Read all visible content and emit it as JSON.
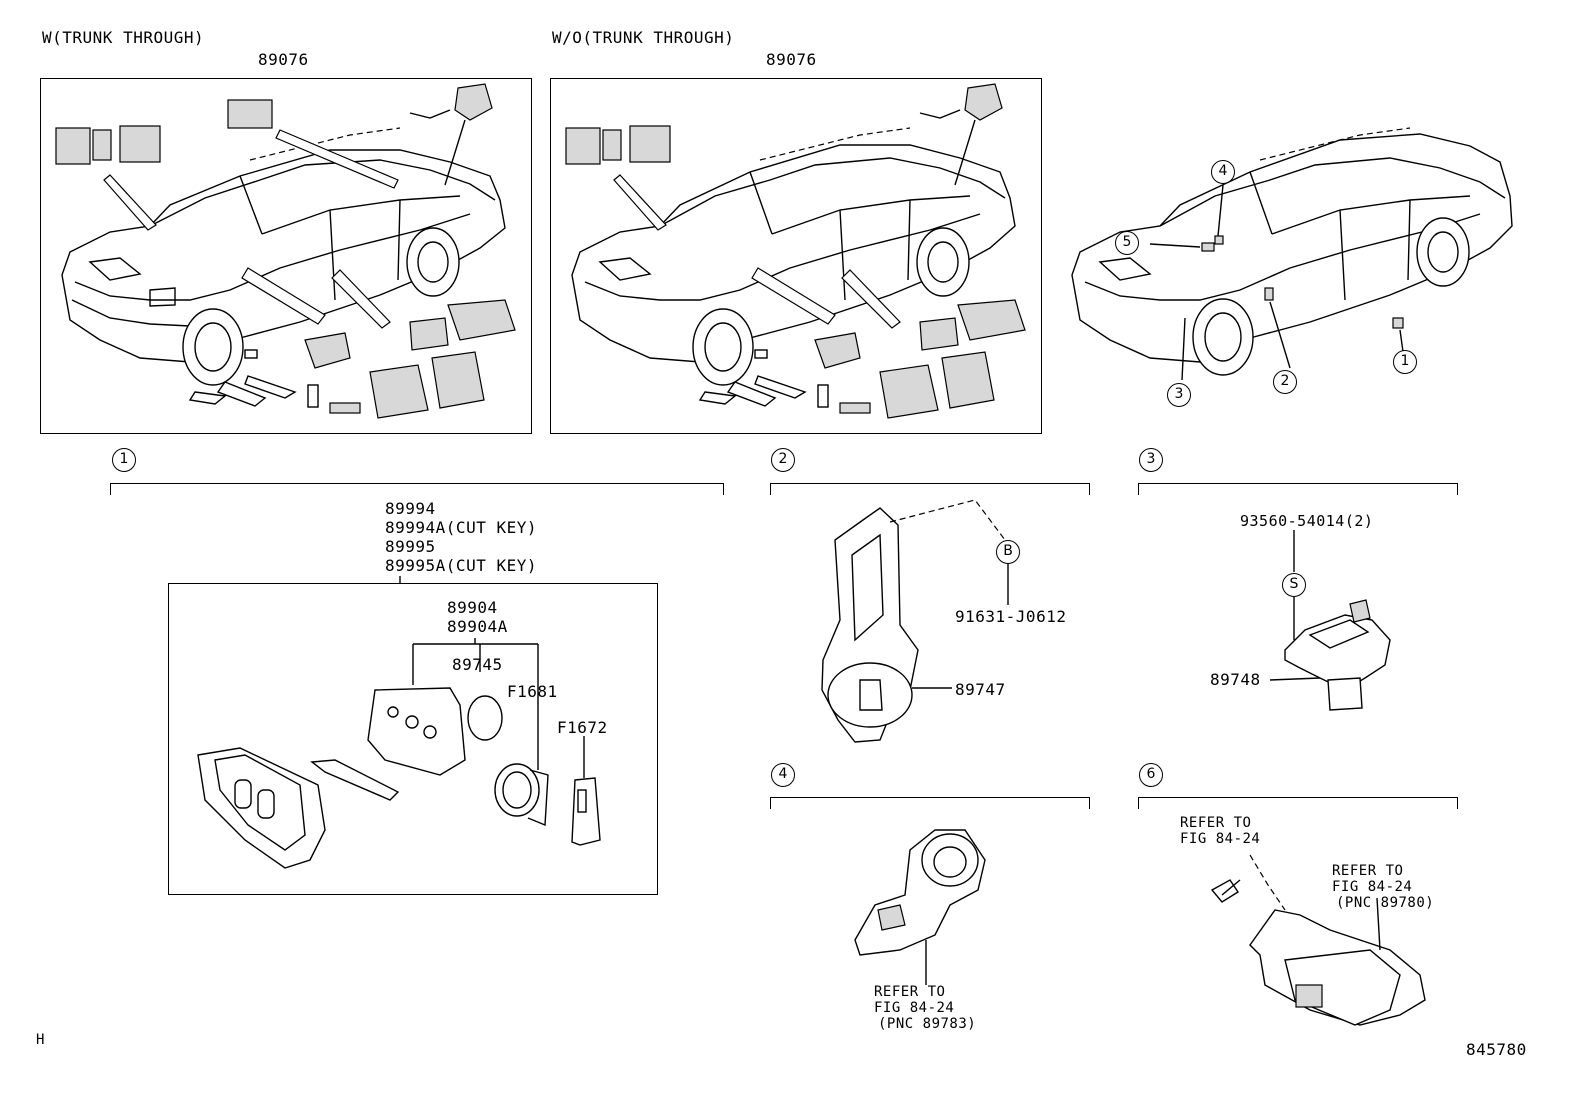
{
  "variants": {
    "left": {
      "heading": "W(TRUNK THROUGH)",
      "part": "89076"
    },
    "middle": {
      "heading": "W/O(TRUNK THROUGH)",
      "part": "89076"
    }
  },
  "location_callouts": [
    "1",
    "2",
    "3",
    "4",
    "5"
  ],
  "sections": {
    "s1": {
      "number": "1",
      "key_parts": [
        "89994",
        "89994A(CUT KEY)",
        "89995",
        "89995A(CUT KEY)"
      ],
      "inner_parts": [
        "89904",
        "89904A"
      ],
      "battery": "89745",
      "gasket": "F1681",
      "emergency_key": "F1672"
    },
    "s2": {
      "number": "2",
      "ref_letter": "B",
      "bolt": "91631-J0612",
      "part": "89747"
    },
    "s3": {
      "number": "3",
      "screw": "93560-54014(2)",
      "screw_letter": "S",
      "part": "89748"
    },
    "s4": {
      "number": "4",
      "refer": [
        "REFER TO",
        "FIG 84-24",
        "(PNC 89783)"
      ]
    },
    "s6": {
      "number": "6",
      "refer_a": [
        "REFER TO",
        "FIG 84-24"
      ],
      "refer_b": [
        "REFER TO",
        "FIG 84-24",
        "(PNC 89780)"
      ]
    }
  },
  "footer": {
    "left": "H",
    "diagram_id": "845780"
  }
}
